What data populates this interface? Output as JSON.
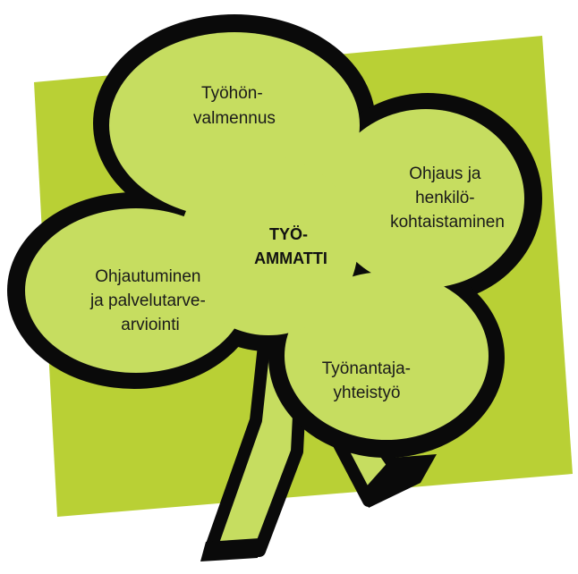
{
  "colors": {
    "background": "#ffffff",
    "square": "#b9d035",
    "leaf": "#c6dd60",
    "outline": "#0a0a0a"
  },
  "diagram": {
    "center": {
      "lines": [
        "TYÖ-",
        "AMMATTI"
      ]
    },
    "leaves": [
      {
        "id": "top",
        "lines": [
          "Työhön-",
          "valmennus"
        ]
      },
      {
        "id": "right",
        "lines": [
          "Ohjaus ja",
          "henkilö-",
          "kohtaistaminen"
        ]
      },
      {
        "id": "bottom",
        "lines": [
          "Työnantaja-",
          "yhteistyö"
        ]
      },
      {
        "id": "left",
        "lines": [
          "Ohjautuminen",
          "ja palvelutarve-",
          "arviointi"
        ]
      }
    ]
  }
}
